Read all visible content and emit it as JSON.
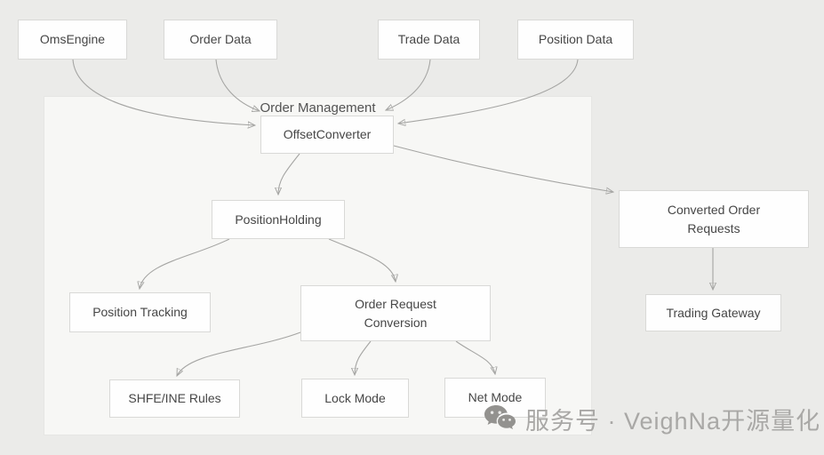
{
  "diagram": {
    "group": {
      "label": "Order Management"
    },
    "nodes": {
      "oms_engine": {
        "label": "OmsEngine"
      },
      "order_data": {
        "label": "Order Data"
      },
      "trade_data": {
        "label": "Trade Data"
      },
      "position_data": {
        "label": "Position Data"
      },
      "offset_converter": {
        "label": "OffsetConverter"
      },
      "position_holding": {
        "label": "PositionHolding"
      },
      "position_tracking": {
        "label": "Position Tracking"
      },
      "order_request_conversion": {
        "label": "Order Request Conversion"
      },
      "shfe_ine_rules": {
        "label": "SHFE/INE Rules"
      },
      "lock_mode": {
        "label": "Lock Mode"
      },
      "net_mode": {
        "label": "Net Mode"
      },
      "converted_order_requests": {
        "label": "Converted Order Requests"
      },
      "trading_gateway": {
        "label": "Trading Gateway"
      }
    },
    "edges": [
      {
        "from": "oms_engine",
        "to": "offset_converter"
      },
      {
        "from": "order_data",
        "to": "offset_converter"
      },
      {
        "from": "trade_data",
        "to": "offset_converter"
      },
      {
        "from": "position_data",
        "to": "offset_converter"
      },
      {
        "from": "offset_converter",
        "to": "position_holding"
      },
      {
        "from": "offset_converter",
        "to": "converted_order_requests"
      },
      {
        "from": "position_holding",
        "to": "position_tracking"
      },
      {
        "from": "position_holding",
        "to": "order_request_conversion"
      },
      {
        "from": "order_request_conversion",
        "to": "shfe_ine_rules"
      },
      {
        "from": "order_request_conversion",
        "to": "lock_mode"
      },
      {
        "from": "order_request_conversion",
        "to": "net_mode"
      },
      {
        "from": "converted_order_requests",
        "to": "trading_gateway"
      }
    ],
    "colors": {
      "page_background": "#ebebe9",
      "group_background": "#f7f7f5",
      "node_background": "#fefefe",
      "node_border": "#d9d9d7",
      "arrow": "#a5a5a3",
      "text": "#464646",
      "watermark": "#a9a8a6"
    }
  },
  "watermark": {
    "icon": "wechat-icon",
    "text": "服务号 · VeighNa开源量化"
  }
}
